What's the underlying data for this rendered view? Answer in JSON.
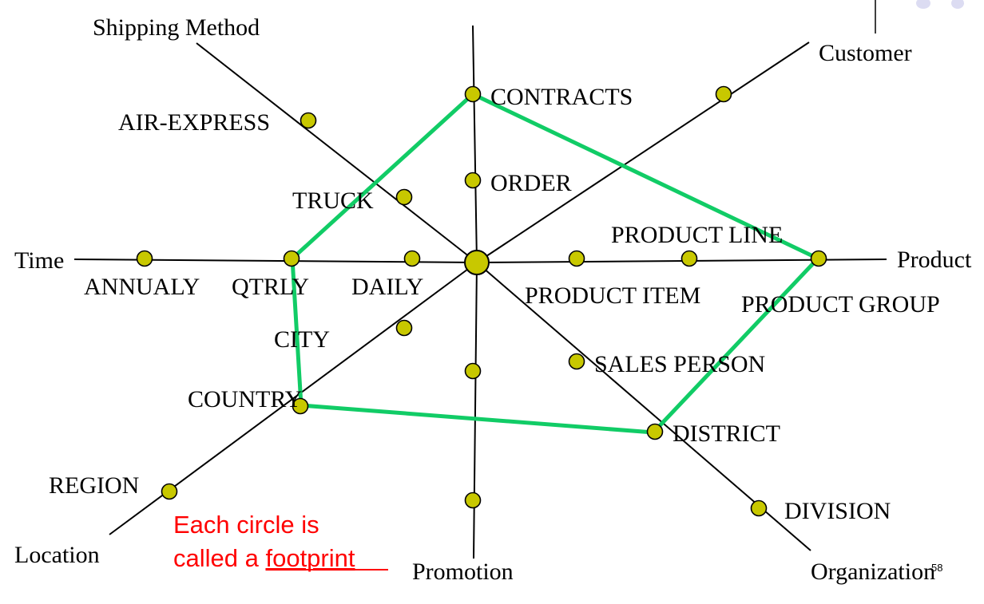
{
  "axes": {
    "shipping_method": "Shipping Method",
    "customer": "Customer",
    "time": "Time",
    "product": "Product",
    "location": "Location",
    "promotion": "Promotion",
    "organization": "Organization"
  },
  "levels": {
    "air_express": "AIR-EXPRESS",
    "truck": "TRUCK",
    "contracts": "CONTRACTS",
    "order": "ORDER",
    "annualy": "ANNUALY",
    "qtrly": "QTRLY",
    "daily": "DAILY",
    "product_line": "PRODUCT LINE",
    "product_item": "PRODUCT ITEM",
    "product_group": "PRODUCT GROUP",
    "city": "CITY",
    "country": "COUNTRY",
    "region": "REGION",
    "sales_person": "SALES PERSON",
    "district": "DISTRICT",
    "division": "DIVISION"
  },
  "note": {
    "line1": "Each circle is",
    "line2_prefix": "called a ",
    "line2_link": "footprint"
  },
  "page_number": "58",
  "colors": {
    "footprint_fill": "#c8c800",
    "query_path": "#11cc66",
    "note_text": "#ff0000"
  }
}
